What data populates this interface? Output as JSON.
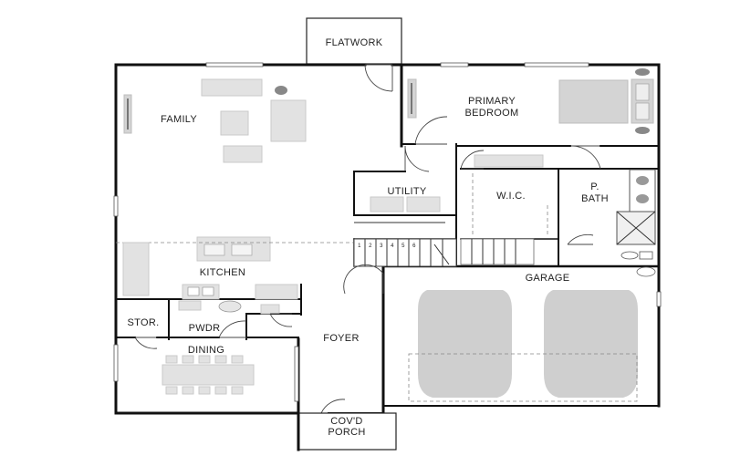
{
  "plan": {
    "rooms": {
      "flatwork": "FLATWORK",
      "family": "FAMILY",
      "primary_bedroom_line1": "PRIMARY",
      "primary_bedroom_line2": "BEDROOM",
      "utility": "UTILITY",
      "wic": "W.I.C.",
      "p_bath_line1": "P.",
      "p_bath_line2": "BATH",
      "kitchen": "KITCHEN",
      "garage": "GARAGE",
      "storage": "STOR.",
      "powder": "PWDR",
      "dining": "DINING",
      "foyer": "FOYER",
      "porch_line1": "COV'D",
      "porch_line2": "PORCH"
    },
    "stair_numbers": [
      "1",
      "2",
      "3",
      "4",
      "5",
      "6"
    ]
  }
}
